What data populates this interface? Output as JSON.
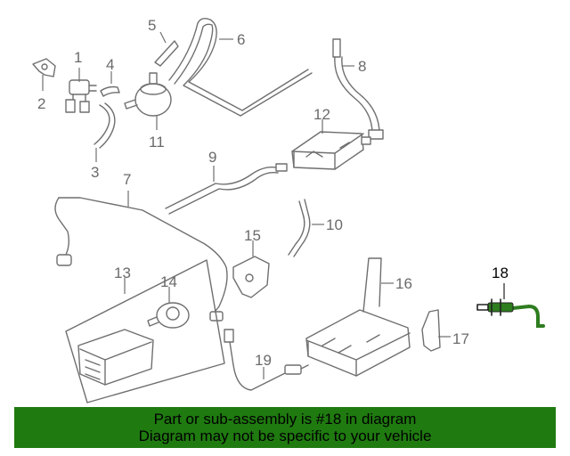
{
  "callouts": {
    "c1": "1",
    "c2": "2",
    "c3": "3",
    "c4": "4",
    "c5": "5",
    "c6": "6",
    "c7": "7",
    "c8": "8",
    "c9": "9",
    "c10": "10",
    "c11": "11",
    "c12": "12",
    "c13": "13",
    "c14": "14",
    "c15": "15",
    "c16": "16",
    "c17": "17",
    "c18": "18",
    "c19": "19"
  },
  "highlighted_part": "18",
  "banner": {
    "line1": "Part or sub-assembly is #18 in diagram",
    "line2": "Diagram may not be specific to your vehicle"
  },
  "colors": {
    "banner_bg": "#1f7a10",
    "highlight_tube": "#2e7d1f",
    "line_art": "#6f6f6f"
  }
}
